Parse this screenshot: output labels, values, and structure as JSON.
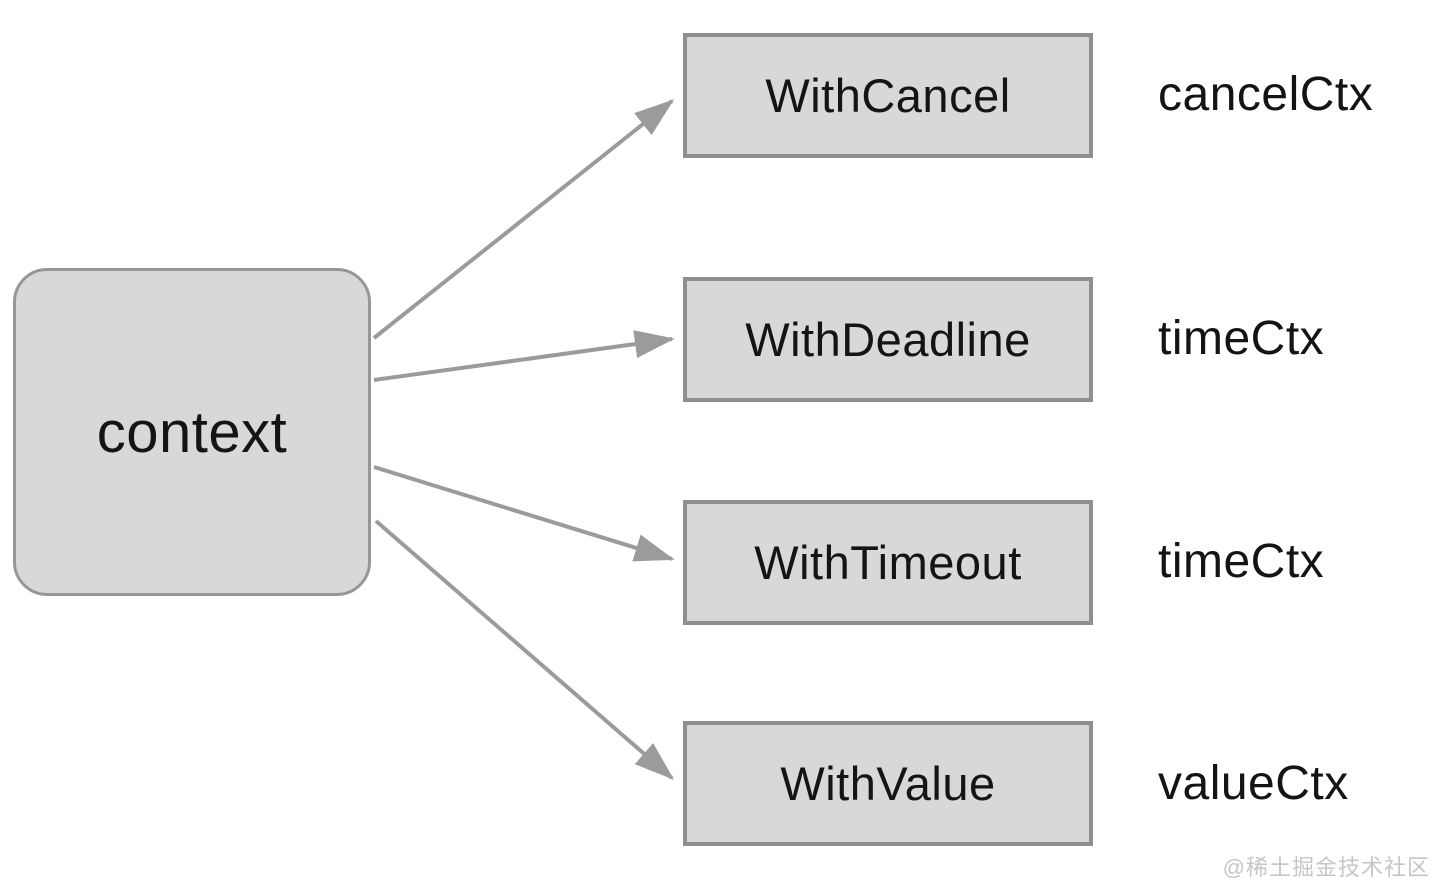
{
  "diagram": {
    "root_label": "context",
    "nodes": [
      {
        "label": "WithCancel",
        "annotation": "cancelCtx"
      },
      {
        "label": "WithDeadline",
        "annotation": "timeCtx"
      },
      {
        "label": "WithTimeout",
        "annotation": "timeCtx"
      },
      {
        "label": "WithValue",
        "annotation": "valueCtx"
      }
    ],
    "colors": {
      "node_fill": "#d8d8d8",
      "node_border": "#8f8f8f",
      "root_border": "#979797",
      "arrow": "#9b9b9b",
      "text": "#141414",
      "watermark": "#c6c6c6"
    }
  },
  "watermark": {
    "text": "@稀土掘金技术社区"
  }
}
